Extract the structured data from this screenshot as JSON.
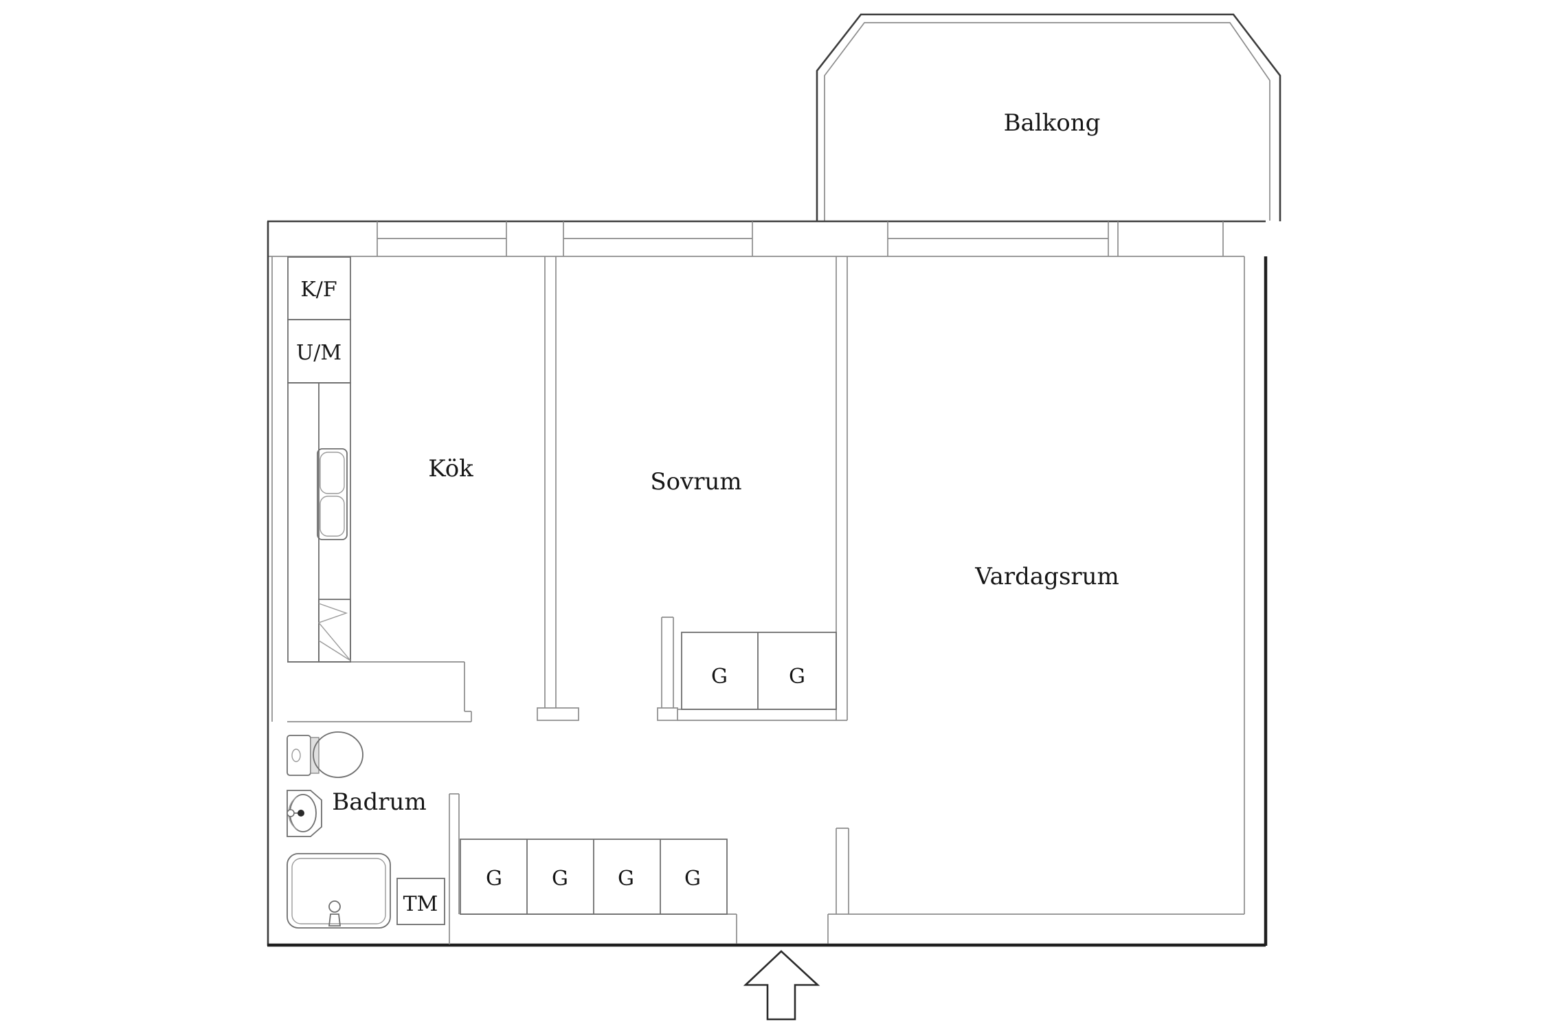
{
  "plan": {
    "background_color": "#ffffff",
    "wall_color": "#3c3c3c",
    "thin_line_color": "#8c8c8c",
    "text_color": "#161616",
    "rooms": [
      {
        "id": "balkong",
        "label": "Balkong"
      },
      {
        "id": "kok",
        "label": "Kök"
      },
      {
        "id": "sovrum",
        "label": "Sovrum"
      },
      {
        "id": "vardagsrum",
        "label": "Vardagsrum"
      },
      {
        "id": "badrum",
        "label": "Badrum"
      }
    ],
    "appliances": [
      {
        "id": "kf",
        "label": "K/F"
      },
      {
        "id": "um",
        "label": "U/M"
      },
      {
        "id": "tm",
        "label": "TM"
      }
    ],
    "wardrobes": {
      "hall": [
        "G",
        "G",
        "G",
        "G"
      ],
      "sovrum": [
        "G",
        "G"
      ]
    },
    "icons": [
      {
        "id": "entrance-arrow",
        "meaning": "entrance direction arrow"
      }
    ]
  }
}
